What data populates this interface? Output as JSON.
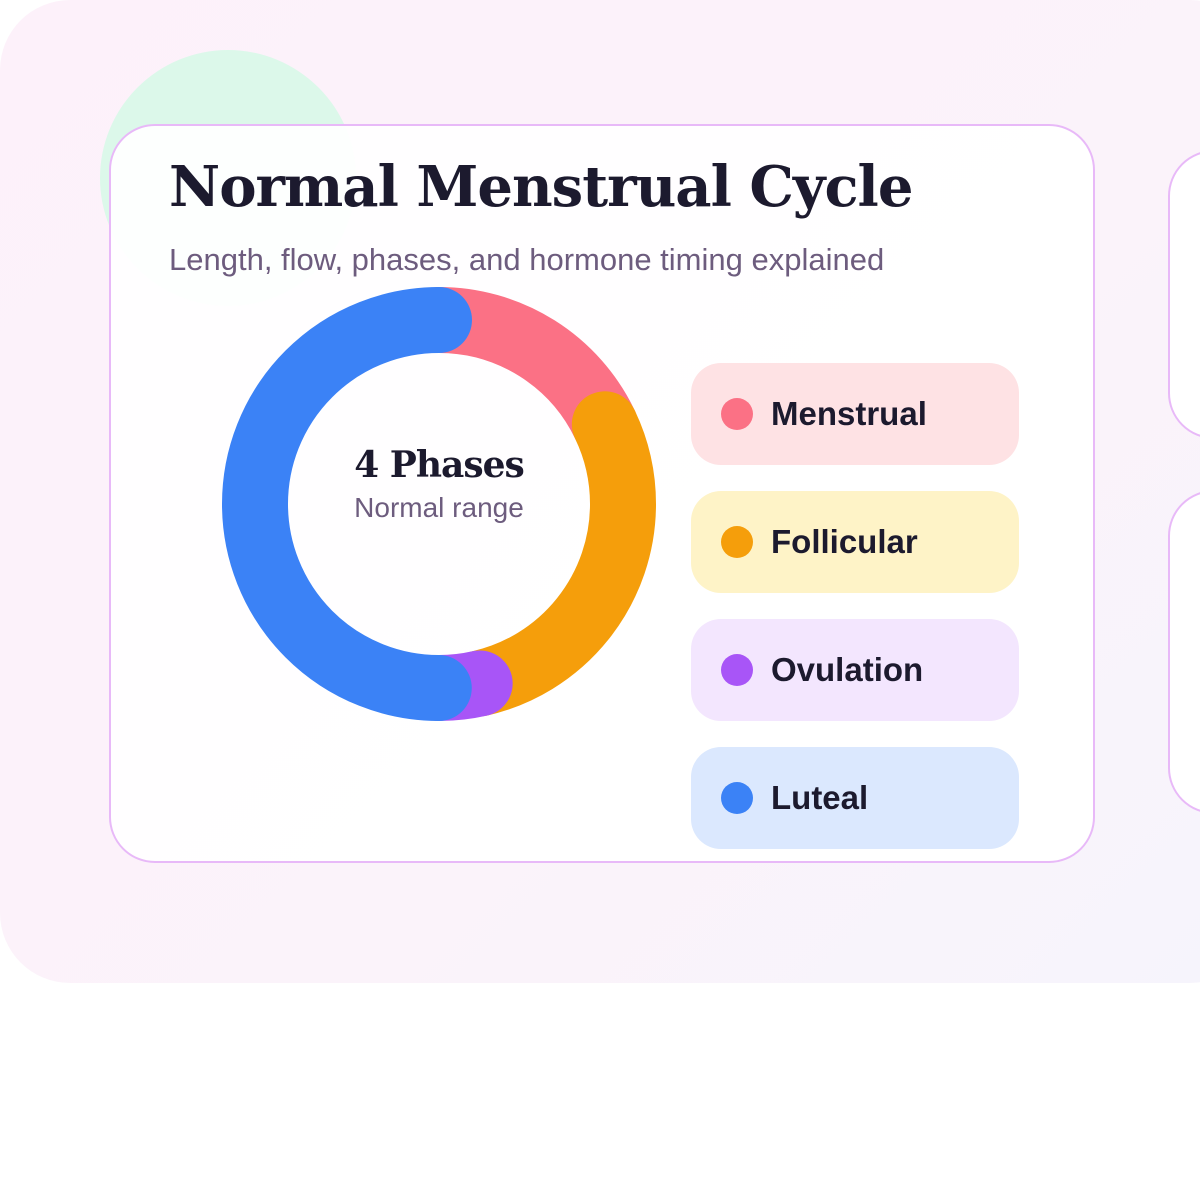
{
  "title": "Normal Menstrual Cycle",
  "subtitle": "Length, flow, phases, and hormone timing explained",
  "center": {
    "value": "4 Phases",
    "caption": "Normal range"
  },
  "chart_data": {
    "type": "pie",
    "variant": "donut",
    "categories": [
      "Menstrual",
      "Follicular",
      "Ovulation",
      "Luteal"
    ],
    "values": [
      5,
      8,
      1,
      14
    ],
    "colors": [
      "#fb7185",
      "#f59e0b",
      "#a855f7",
      "#3b82f6"
    ],
    "legend": "right"
  },
  "legend": [
    {
      "label": "Menstrual",
      "color": "#fb7185",
      "bg": "#fee2e4"
    },
    {
      "label": "Follicular",
      "color": "#f59e0b",
      "bg": "#fef3c7"
    },
    {
      "label": "Ovulation",
      "color": "#a855f7",
      "bg": "#f3e6fe"
    },
    {
      "label": "Luteal",
      "color": "#3b82f6",
      "bg": "#dbe8fe"
    }
  ]
}
